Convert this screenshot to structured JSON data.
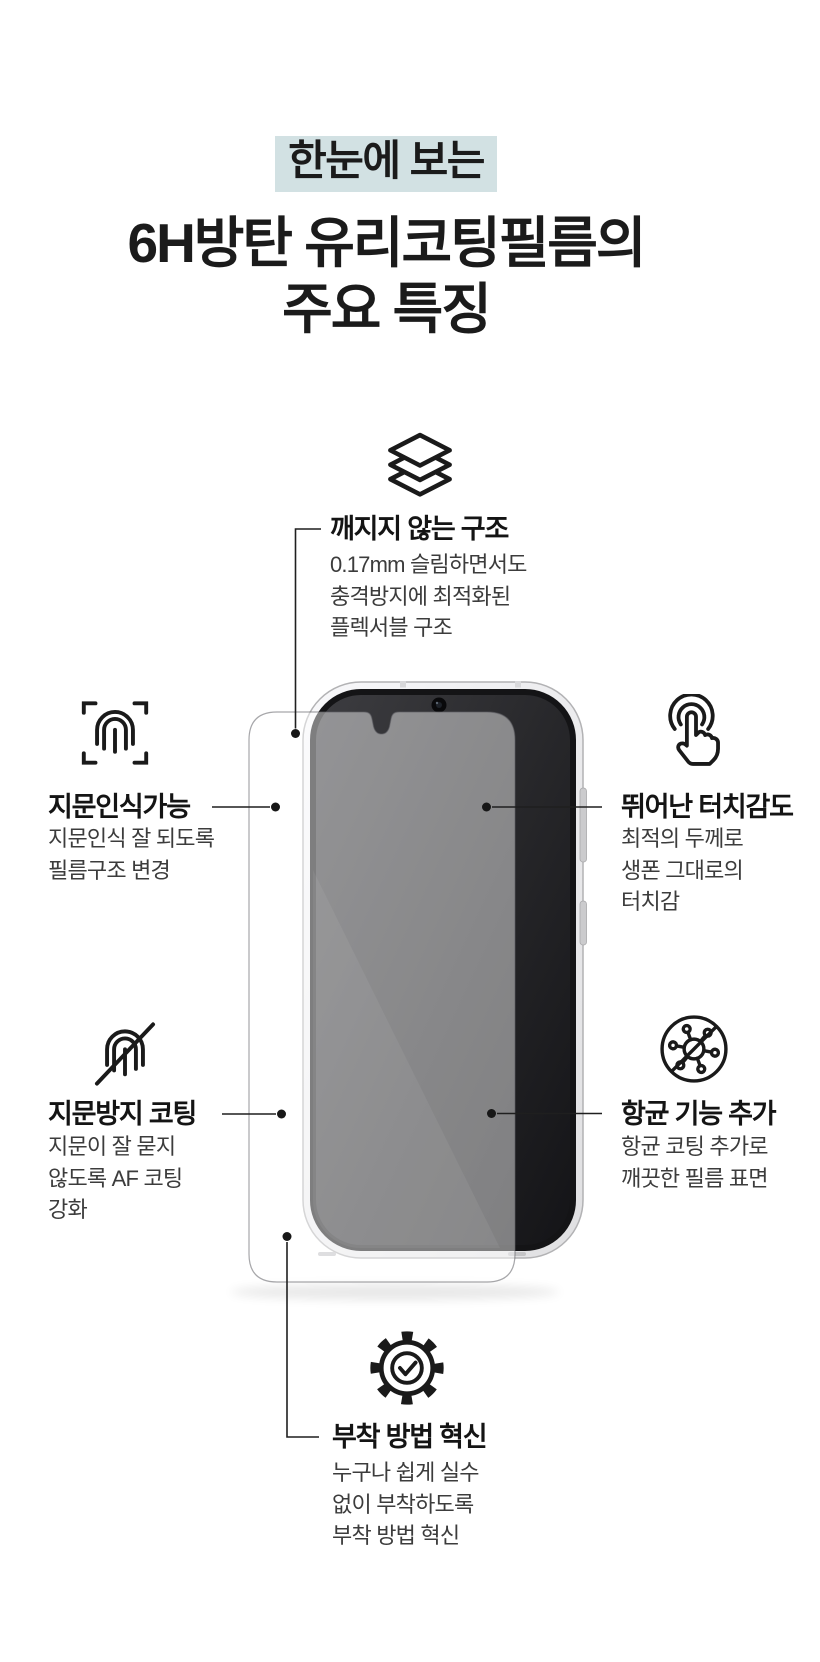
{
  "header": {
    "eyebrow": "한눈에 보는",
    "title_line1": "6H방탄 유리코팅필름의",
    "title_line2": "주요 특징",
    "highlight_color": "#d2e1e3"
  },
  "features": {
    "unbreakable": {
      "icon": "layers-icon",
      "title": "깨지지 않는 구조",
      "desc": [
        "0.17mm 슬림하면서도",
        "충격방지에 최적화된",
        "플렉서블 구조"
      ]
    },
    "fingerprint_unlock": {
      "icon": "fingerprint-scan-icon",
      "title": "지문인식가능",
      "desc": [
        "지문인식 잘 되도록",
        "필름구조 변경"
      ]
    },
    "touch_sensitivity": {
      "icon": "tap-icon",
      "title": "뛰어난 터치감도",
      "desc": [
        "최적의 두께로",
        "생폰 그대로의",
        "터치감"
      ]
    },
    "anti_fingerprint": {
      "icon": "fingerprint-slash-icon",
      "title": "지문방지 코팅",
      "desc": [
        "지문이 잘 묻지",
        "않도록 AF 코팅",
        "강화"
      ]
    },
    "antibacterial": {
      "icon": "virus-slash-icon",
      "title": "항균 기능 추가",
      "desc": [
        "항균 코팅 추가로",
        "깨끗한 필름 표면"
      ]
    },
    "easy_install": {
      "icon": "gear-check-icon",
      "title": "부착 방법 혁신",
      "desc": [
        "누구나 쉽게 실수",
        "없이 부착하도록",
        "부착 방법 혁신"
      ]
    }
  },
  "illustration": {
    "phone": "smartphone-front",
    "film": "protective-film",
    "screen_color": "#28282b",
    "body_color": "#ececee",
    "connector_color": "#1f1f1f"
  }
}
